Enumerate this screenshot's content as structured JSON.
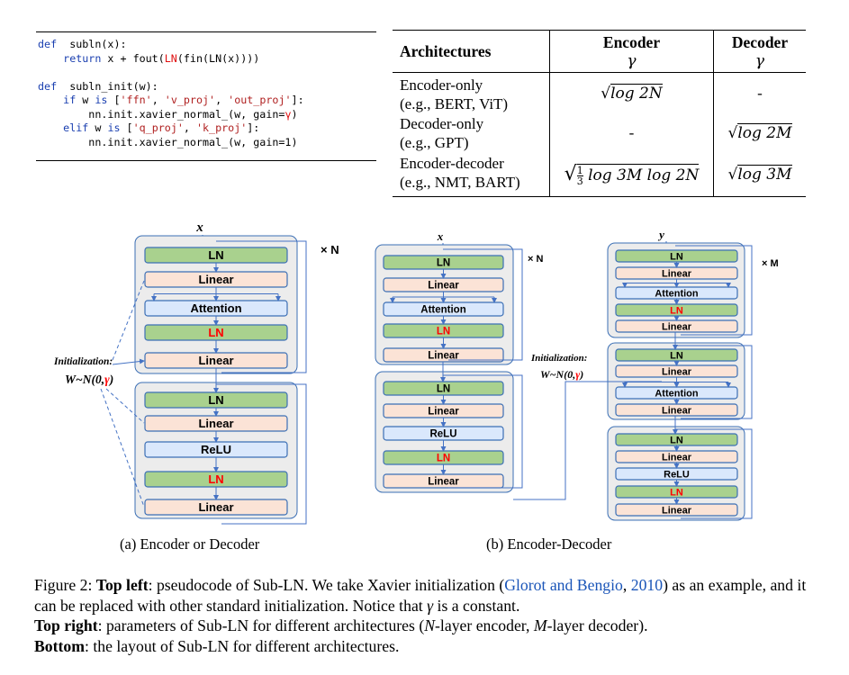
{
  "code": {
    "lines": [
      [
        [
          "kw",
          "def"
        ],
        [
          "",
          "  subln(x):"
        ]
      ],
      [
        [
          "",
          "    "
        ],
        [
          "kw",
          "return"
        ],
        [
          "",
          " x + fout("
        ],
        [
          "red",
          "LN"
        ],
        [
          "",
          "(fin(LN(x))))"
        ]
      ],
      [
        [
          "",
          ""
        ]
      ],
      [
        [
          "kw",
          "def"
        ],
        [
          "",
          "  subln_init(w):"
        ]
      ],
      [
        [
          "",
          "    "
        ],
        [
          "kw",
          "if"
        ],
        [
          "",
          ""
        ],
        [
          "",
          ""
        ],
        [
          "",
          " w "
        ],
        [
          "kw",
          "is"
        ],
        [
          "",
          " ["
        ],
        [
          "str",
          "'ffn'"
        ],
        [
          "",
          ", "
        ],
        [
          "str",
          "'v_proj'"
        ],
        [
          "",
          ", "
        ],
        [
          "str",
          "'out_proj'"
        ],
        [
          "",
          "]:"
        ]
      ],
      [
        [
          "",
          "        nn.init.xavier_normal_(w, gain="
        ],
        [
          "red",
          "γ"
        ],
        [
          "",
          ")"
        ]
      ],
      [
        [
          "",
          "    "
        ],
        [
          "kw",
          "elif"
        ],
        [
          "",
          " w "
        ],
        [
          "kw",
          "is"
        ],
        [
          "",
          " ["
        ],
        [
          "str",
          "'q_proj'"
        ],
        [
          "",
          ", "
        ],
        [
          "str",
          "'k_proj'"
        ],
        [
          "",
          "]:"
        ]
      ],
      [
        [
          "",
          "        nn.init.xavier_normal_(w, gain=1)"
        ]
      ]
    ]
  },
  "table": {
    "col_arch": "Architectures",
    "col_enc": "Encoder",
    "col_dec": "Decoder",
    "gamma": "γ",
    "rows": [
      {
        "arch1": "Encoder-only",
        "arch2": "(e.g., BERT, ViT)",
        "enc": "log 2N",
        "enc_type": "sqrt",
        "dec": "-",
        "dec_type": "dash"
      },
      {
        "arch1": "Decoder-only",
        "arch2": "(e.g., GPT)",
        "enc": "-",
        "enc_type": "dash",
        "dec": "log 2M",
        "dec_type": "sqrt"
      },
      {
        "arch1": "Encoder-decoder",
        "arch2": "(e.g., NMT, BART)",
        "enc_frac_num": "1",
        "enc_frac_den": "3",
        "enc": "log 3M log 2N",
        "enc_type": "sqrtfrac",
        "dec": "log 3M",
        "dec_type": "sqrt"
      }
    ]
  },
  "diagram": {
    "colors": {
      "ln": "#a9d18e",
      "linear": "#fbe3d6",
      "attn": "#dae8fc",
      "panel": "#ececec",
      "red": "#ff0000",
      "arrow": "#4472c4"
    },
    "a": {
      "input": "x",
      "repeat": "× N",
      "init_title": "Initialization:",
      "init_formula_w": "W",
      "init_formula_n": "N",
      "init_formula_0": "0",
      "init_formula_g": "γ",
      "top_blocks": [
        "LN",
        "Linear",
        "Attention",
        "LN",
        "Linear"
      ],
      "bottom_blocks": [
        "LN",
        "Linear",
        "ReLU",
        "LN",
        "Linear"
      ],
      "caption": "(a) Encoder or Decoder"
    },
    "b": {
      "input_x": "x",
      "input_y": "y",
      "repeat_n": "× N",
      "repeat_m": "× M",
      "init_title": "Initialization:",
      "enc_top": [
        "LN",
        "Linear",
        "Attention",
        "LN",
        "Linear"
      ],
      "enc_bottom": [
        "LN",
        "Linear",
        "ReLU",
        "LN",
        "Linear"
      ],
      "dec_1": [
        "LN",
        "Linear",
        "Attention",
        "LN",
        "Linear"
      ],
      "dec_2": [
        "LN",
        "Linear",
        "Attention",
        "Linear"
      ],
      "dec_3": [
        "LN",
        "Linear",
        "ReLU",
        "LN",
        "Linear"
      ],
      "caption": "(b) Encoder-Decoder"
    }
  },
  "caption": {
    "fig_label": "Figure 2: ",
    "s1_bold": "Top left",
    "s1_text": ": pseudocode of Sub-LN. We take Xavier initialization (",
    "cite": "Glorot and Bengio",
    "cite_sep": ", ",
    "year": "2010",
    "s1_end": ") as an example, and it can be replaced with other standard initialization. Notice that ",
    "gamma": "γ",
    "s1_tail": " is a constant.",
    "s2_bold": "Top right",
    "s2_text": ": parameters of Sub-LN for different architectures (",
    "s2_N": "N",
    "s2_mid": "-layer encoder, ",
    "s2_M": "M",
    "s2_end": "-layer decoder).",
    "s3_bold": "Bottom",
    "s3_text": ": the layout of Sub-LN for different architectures."
  }
}
